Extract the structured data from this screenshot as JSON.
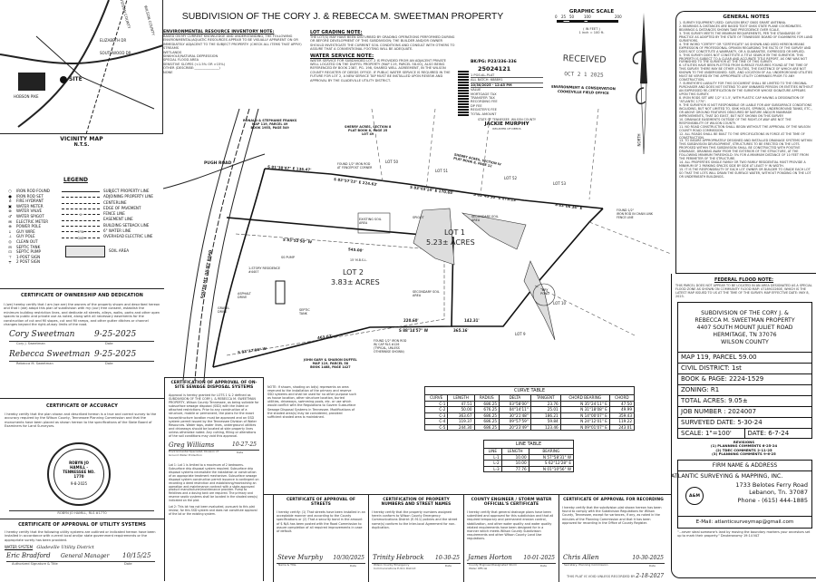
{
  "title": "SUBDIVISION OF THE CORY J. & REBECCA M. SWEETMAN PROPERTY",
  "vicinity_map": {
    "label": "VICINITY MAP",
    "scale": "N.T.S.",
    "roads": [
      "ELIZABETH DR",
      "SOUTHWOOD DR",
      "HOBSON PIKE",
      "SITE",
      "WILSON COUNTY",
      "DAVIDSON COUNTY"
    ]
  },
  "environmental_note": {
    "heading": "ENVIRONMENTAL RESOURCE INVENTORY NOTE:",
    "body": "BASED ON MY CURRENT KNOWLEDGE AND UNDERSTANDING, THE FOLLOWING ENVIRONMENTAL/AQUATIC RESOURCES APPEAR TO BE VISUALLY APPARENT ON OR IMMEDIATELY ADJACENT TO THE SUBJECT PROPERTY: (CHECK ALL ITEMS THAT APPLY)",
    "items": [
      "STREAMS",
      "WETLANDS",
      "SINKHOLE/NATURAL DEPRESSION",
      "SPECIAL FLOOD AREA",
      "SENSITIVE SLOPES (<1.5% OR >15%)",
      "OTHER (DESCRIBE:_______________)",
      "NONE"
    ]
  },
  "lot_grading_note": {
    "heading": "LOT GRADING NOTE:",
    "body": "THE LOT(S) MAY HAVE BEEN DISTURBED BY GRADING OPERATIONS PERFORMED DURING OR BEFORE DEVELOPMENT OF THIS SUBDIVISION; THE BUILDER AND/OR OWNER SHOULD INVESTIGATE THE CURRENT SOIL CONDITIONS AND CONSULT WITH OTHERS TO ASSURE THAT A CONVENTIONAL FOOTING WILL BE ADEQUATE."
  },
  "water_service_note": {
    "heading": "WATER SERVICE NOTE:",
    "body": "WATER SERVICE FOR SUBDIVIDED LOT 2 IS PROVIDED FROM AN ADJACENT PRIVATE WELL LOCATED ON THE DUFFEL PROPERTY (MAP 119, PARCEL 58.00), ALSO BEING REFERENCED BY BOOK 2387, PG. 198, SHARED WELL AGREEMENT, IN THE WILSON COUNTY REGISTER OF DEEDS OFFICE. IF PUBLIC WATER SERVICE IS REQUIRED IN THE FUTURE FOR LOT 2, A NEW SERVICE TAP MUST BE INSTALLED UPON REVIEW AND APPROVAL BY THE GLADEVILLE UTILITY DISTRICT."
  },
  "recording_stamp": {
    "bkpg": "BK/PG: P23/336-336",
    "number": "25024121",
    "lines": [
      "1 PGS:AL-PLAT",
      "ALL BATCH: 688891",
      "10/30/2025 - 12:45 PM",
      "VALUE",
      "MORTGAGE TAX",
      "TRANSFER TAX",
      "RECORDING FEE",
      "DP FEE",
      "REGISTER'S FEE",
      "TOTAL AMOUNT"
    ],
    "county": "STATE OF TENNESSEE, WILSON COUNTY",
    "register": "JACKIE MURPHY",
    "register_title": "REGISTER OF DEEDS"
  },
  "graphic_scale": {
    "title": "GRAPHIC SCALE",
    "ticks": [
      "0",
      "25",
      "50",
      "100",
      "200"
    ],
    "units": "( IN FEET )",
    "ratio": "1 inch = 100 ft."
  },
  "received_stamp": {
    "title": "RECEIVED",
    "date": "OCT 2 1 2025",
    "office": "ENVIRONMENT & CONSERVATION",
    "office2": "COOKEVILLE FIELD OFFICE"
  },
  "north_arrow": {
    "label": "NORTH"
  },
  "general_notes": {
    "heading": "GENERAL NOTES",
    "items": [
      "1. SURVEY EQUIPMENT USED: CARLSON BRX7 GNSS SMART ANTENNA.",
      "2. BEARINGS & DISTANCES ARE BASED TDOT GNSS STATE PLANE COORDINATES. BEARINGS & DISTANCES SHOWN TAKE PRECEDENCE OVER SCALE.",
      "3. THIS SURVEY MEETS THE MINIMUM REQUIREMENTS, PER THE STANDARDS OF PRACTICE AS ADOPTED BY THE STATE OF TENNESSEE BOARD OF EXAMINERS FOR LAND SURVEYORS.",
      "4. THE WORD \"CERTIFY\" OR \"CERTIFICATE\" AS SHOWN AND USED HEREON MEANS EXPRESSION OF PROFESSIONAL OPINION REGARDING THE FACTS OF THE SURVEY AND DOES NOT CONSTITUTE A WARRANTY, OR A GUARANTEE, EXPRESSED OR IMPLIED.",
      "5. THIS SURVEY DOES NOT CONSTITUTE A TITLE SEARCH BY THE SURVEYOR. THIS PROPERTY IS SUBJECT TO A CLEAR AND ACCURATE TITLE REPORT, AS ONE WAS NOT FURNISHED TO THE SURVEYOR AT THE TIME OF THIS SURVEY.",
      "6. UTILITIES HAVE BEEN PLOTTED FROM SURFACE FEATURES FOUND AT THE TIME OF THIS SURVEY. THERE MAY BE OTHER UTILITIES, THE EXISTENCE OF WHICH ARE NOT KNOWN TO THE UNDERSIGNED. SIZE, AND LOCATION OF ALL UNDERGROUND UTILITIES MUST BE VERIFIED BY THE APPROPRIATE UTILITY COMPANIES PRIOR TO ANY CONSTRUCTION.",
      "7. SURVEYOR'S LIABILITY FOR THIS DOCUMENT SHALL BE LIMITED TO THE ORIGINAL PURCHASER AND DOES NOT EXTEND TO ANY UNNAMED PERSON OR ENTITIES WITHOUT AN EXPRESSED RE-CERTIFICATION BY THE SURVEYOR WHOSE SIGNATURE APPEARS UPON THIS SURVEY.",
      "8. IRON RODS SET ARE 1/2\" X 1.5', WITH PLASTIC CAP HAVING A DESIGNATION OF \"ATLANTIC 1770\".",
      "9. THE SURVEYOR IS NOT RESPONSIBLE OR LIABLE FOR ANY SUBSURFACE CONDITIONS INCLUDING, BUT NOT LIMITED TO, SINK HOLES, SPRINGS, UNDERGROUND TANKS, ETC., OR ABOVE GROUND FEATURES OBSCURED BY NATURE AND/OR MANMADE IMPROVEMENTS, THAT DO EXIST, BUT NOT SHOWN ON THIS SURVEY.",
      "10. DRAINAGE EASEMENTS OUTSIDE OF THE RIGHT-OF-WAY ARE NOT THE RESPONSIBILITY OF WILSON COUNTY.",
      "11. NO ROAD CONSTRUCTION SHALL BEGIN WITHOUT THE APPROVAL OF THE WILSON COUNTY ROAD COMMISSION.",
      "12. ALL ROADS SHALL BE BUILT TO THE SPECIFICATIONS IN FORCE AT THE TIME OF CONSTRUCTION.",
      "13. TO INSURE APPROPRIATELY DESIGNED AND INSTALLED DRAINAGE SYSTEMS WITHIN THIS SUBDIVISION DEVELOPMENT, STRUCTURES TO BE ERECTED ON THE LOTS PROPOSED WITHIN THIS SUBDIVISION SHALL BE CONSTRUCTED WITH POSITIVE DRAINAGE, DRAINING AWAY FROM THE EXTERIOR OF THE STRUCTURE, AT THE FOLLOWING MINIMUM THRESHOLD: 5% FOR A MINIMUM DISTANCE OF 10 FEET FROM THE PERIMETER OF THE STRUCTURE.",
      "14. ALL PROPERTIES SINGLE FAMILY OR TWO FAMILY RESIDENTIAL MUST PROVIDE A MINIMUM OF 2 PARKING SPACES SIDE BY SIDE AT LEAST 9' IN WIDTH.",
      "15. IT IS THE RESPONSIBILITY OF EACH LOT OWNER OR BUILDER TO GRADE EACH LOT SO THAT THE LOTS WILL DRAIN THE SURFACE WATER, WITHOUT PONDING ON THE LOT OR UNDERNEATH BUILDINGS."
    ]
  },
  "flood_note": {
    "heading": "FEDERAL FLOOD NOTE:",
    "body": "THIS PARCEL DOES NOT APPEAR TO BE LOCATED IN AN AREA DESIGNATED AS A SPECIAL FLOOD ZONE AS SHOWN ON COMMUNITY FLOOD MAP: 47189C0260E, WHICH IS THE LATEST MAP ISSUED TO US AT THE TIME OF THE SURVEY. MAP EFFECTIVE DATE: MAY 8, 2023."
  },
  "title_block": {
    "lines": [
      "SUBDIVISION OF THE CORY J. &",
      "REBECCA M. SWEETMAN PROPERTY",
      "4407 SOUTH MOUNT JULIET ROAD",
      "HERMITAGE, TN 37076",
      "WILSON COUNTY"
    ],
    "map_parcel": "MAP 119, PARCEL 59.00",
    "civil_district": "CIVIL DISTRICT:  1st",
    "book_page": "BOOK & PAGE: 2224-1529",
    "zoning": "ZONING:  R1",
    "total_acres": "TOTAL ACRES:  9.05±",
    "job_number": "JOB NUMBER :  2024007",
    "surveyed_date": "SURVEYED  DATE:  5-30-24",
    "scale": "SCALE:  1\"=100'",
    "date": "DATE: 6-7-24",
    "revisions_heading": "REVISIONS",
    "revisions": [
      "(1) PLANNING COMMENTS 6-25-24",
      "(2) TDEC COMMENTS 2-11-25",
      "(3) PLANNING COMMENTS 9-6-25"
    ]
  },
  "firm": {
    "heading": "FIRM NAME & ADDRESS",
    "name": "ATLANTIC SURVEYING & MAPPING, INC.",
    "street": "1733 Belotes Ferry Road",
    "city": "Lebanon, Tn. 37087",
    "phone": "Phone - (615) 444-1885",
    "email": "E-Mail: atlanticsurveymap@gmail.com",
    "logo": "A&M",
    "quote": "\"...never steal someone's land by moving the boundary markers your ancestors set up to mark their property.\" Deuteronomy 19:14 NLT"
  },
  "legend": {
    "heading": "LEGEND",
    "symbols": [
      {
        "icon": "○",
        "label": "IRON ROD FOUND"
      },
      {
        "icon": "●",
        "label": "IRON ROD SET"
      },
      {
        "icon": "♁",
        "label": "FIRE HYDRANT"
      },
      {
        "icon": "▣",
        "label": "WATER METER"
      },
      {
        "icon": "⊗",
        "label": "WATER VALVE"
      },
      {
        "icon": "♂",
        "label": "WATER SPIGOT"
      },
      {
        "icon": "⊞",
        "label": "ELECTRIC METER"
      },
      {
        "icon": "⊕",
        "label": "POWER POLE"
      },
      {
        "icon": "↓",
        "label": "GUY WIRE"
      },
      {
        "icon": "⊥",
        "label": "GUY POLE"
      },
      {
        "icon": "◎",
        "label": "CLEAN OUT"
      },
      {
        "icon": "⊟",
        "label": "SEPTIC TANK"
      },
      {
        "icon": "⊡",
        "label": "SEPTIC PUMP"
      },
      {
        "icon": "⊤",
        "label": "1-POST SIGN"
      },
      {
        "icon": "╤",
        "label": "2 POST SIGN"
      }
    ],
    "lines": [
      "SUBJECT PROPERTY LINE",
      "ADJOINING PROPERTY LINE",
      "CENTERLINE",
      "EDGE OF PAVEMENT",
      "FENCE LINE",
      "EASEMENT LINE",
      "BUILDING SETBACK LINE",
      "6\" WATER LINE",
      "OVERHEAD ELECTRIC LINE"
    ],
    "line_marks": [
      "",
      "",
      "",
      "",
      "X",
      "",
      "",
      "6\"W",
      "OHE"
    ],
    "soil_area": "SOIL AREA"
  },
  "cert_ownership": {
    "heading": "CERTIFICATE OF OWNERSHIP AND DEDICATION",
    "body": "I (we) hereby certify that I am (we are) the owners of the property shown and described hereon and that I (we) adopt this plan of subdivision with my (our) free consent, establish the minimum building restriction lines, and dedicate all streets, alleys, walks, parks and other open spaces to public and private use as noted, along with all necessary easements for the construction of cut and fill slopes, cut and fill ramps, and other gutter ditches or channel changes beyond the right-of-way limits of the road.",
    "signatures": [
      {
        "sig": "Cory Sweetman",
        "name": "Cory J. Sweetman",
        "date": "9-25-2025",
        "date_label": "Date"
      },
      {
        "sig": "Rebecca Sweetman",
        "name": "Rebecca M. Sweetman",
        "date": "9-25-2025",
        "date_label": "Date"
      }
    ]
  },
  "cert_accuracy": {
    "heading": "CERTIFICATE OF ACCURACY",
    "body": "I hereby certify that the plan shown and described hereon is a true and correct survey to the accuracy required by the Wilson County, Tennessee Planning Commission and that the monuments have been placed as shown hereon to the specifications of the State Board of Examiners for Land Surveyors.",
    "seal_text": "ROBYN JO HAMILL · TENNESSEE NO. 1770",
    "seal_date": "9-8-2025",
    "surveyor": "ROBYN JO HAMILL, RLS #1770"
  },
  "cert_utility": {
    "heading": "CERTIFICATE OF APPROVAL OF UTILITY SYSTEMS",
    "body": "I hereby certify that the following utility systems are outlined or indicated hereon have been installed in accordance with current local and/or state government requirements or the appropriate surety has been provided.",
    "water_label": "WATER SYSTEM",
    "water_value": "Gladeville Utility District",
    "sig": "Eric Bradford",
    "title": "General Manager",
    "date": "10/15/25",
    "sig_label": "Authorized Signature & Title",
    "date_label": "Date"
  },
  "cert_sewage": {
    "heading": "CERTIFICATION OF APPROVAL OF ON-SITE SEWAGE DISPOSAL SYSTEMS",
    "body": "Approval is hereby granted for LOTS 1 & 2 defined as SUBDIVISION OF THE CORY J. & REBECCA M. SWEETMAN PROPERTY, Wilson County Tennessee, as being suitable for subsurface sewage disposal (SSD) with the listed or attached restrictions. Prior to any construction of a structure, mobile or permanent, the plans for the exact house/structure location must be approved and an SSD system permit issued by the Tennessee Division of Water Resources. Water taps, water lines, underground utilities and driveways should be located at side property lines unless otherwise noted. Any cutting, filling or alterations of the soil conditions may void this approval.",
    "sig": "Greg Williams",
    "date": "10-27-25",
    "sig_label": "Environmental Specialist, Division of Ground Water Protection",
    "date_label": "Date",
    "lot1": "Lot 1: Lot 1 is limited to a maximum of 2 bedrooms. Subsurface drip disposal system required. Subsurface drip disposal systems necessitate the installation or construction of an appropriate treatment mechanism. Subsurface sewage disposal system construction permit issuance is contingent on recording a deed restriction and establishing/maintaining an operation and maintenance contract with a state-approved product manufacturer/maintenance provider. Pump to fieldlines and a dosing tank are required. The primary and reserve septic systems shall be located in the shaded area(s) indicated on the plat.",
    "lot2": "Lot 2: This lot has not been evaluated, pursuant to this plat review, for this SSD system and does not constitute approval of the lot or the existing system."
  },
  "sewage_note": "NOTE: If shown, shading on lot(s) represents an area reserved to the installation of the primary and reserve SSD systems and shall be used for no other purpose such as house location, other structure location, buried utilities, driveways, swimming pools, etc. or use which would conflict with the Regulations to Govern Subsurface Sewage Disposal Systems in Tennessee. Modifications of the shaded area(s) may be considered, provided sufficient shaded area is maintained.",
  "cert_streets": {
    "heading": "CERTIFICATE OF APPROVAL OF STREETS",
    "body": "I hereby certify: (1) That streets have been installed in an acceptable manner and according to the County specifications or (2) That a security bond in the amount of $ N/A has been posted with the Road Commission to assure completion of all required improvements in case of default.",
    "sig": "Steve Murphy",
    "date": "10/30/2025",
    "sig_label": "Name & Title",
    "date_label": "Date"
  },
  "cert_numbers": {
    "heading": "CERTIFICATION OF PROPERTY NUMBERS AND STREET NAMES",
    "body": "I hereby certify that the property numbers assigned herein conform to Wilson County Emergency Communications District (E-911) policies and the street name(s) conform to the Inter-local Agreement for non-duplication.",
    "sig": "Trinity Hebrock",
    "date": "10-30-25",
    "sig_label": "Wilson County Emergency Communications E-911 District",
    "date_label": "Date"
  },
  "cert_engineer": {
    "heading": "COUNTY ENGINEER / STORM WATER OFFICIAL'S CERTIFICATE",
    "body": "I hereby certify that general drainage plans have been submitted and approved for this subdivision and that all required temporary and permanent erosion control, stabilization, and other water quality and water quality related requirements have been designed for in a manner which meets Wilson County Subdivision requirements and other Wilson County Land Use regulations.",
    "sig": "James Horton",
    "date": "10-01-2025",
    "sig_label": "County Engineer/Designated Storm Water Official",
    "date_label": "Date"
  },
  "cert_recording": {
    "heading": "CERTIFICATE OF APPROVAL FOR RECORDING",
    "body": "I hereby certify that the subdivision plat shown hereon has been found to comply with the Subdivision Regulations for Wilson County, Tennessee, except for variances, if any, as noted in the minutes of the Planning Commission and that it has been approved for recording in the Office of County Register.",
    "sig": "Chris Allen",
    "date": "10-30-2025",
    "sig_label": "Secretary, Planning Commission",
    "date_label": "Date",
    "void_note": "THIS PLAT IS VOID UNLESS RECORDED BY",
    "void_date": "2-18-2027"
  },
  "curve_table": {
    "title": "CURVE TABLE",
    "headers": [
      "CURVE",
      "LENGTH",
      "RADIUS",
      "DELTA",
      "TANGENT",
      "CHORD BEARING",
      "CHORD"
    ],
    "rows": [
      [
        "C-1",
        "47.51",
        "686.25",
        "03°58'00\"",
        "23.76",
        "N 35°24'11\" E",
        "47.50"
      ],
      [
        "C-2",
        "50.00",
        "676.25",
        "04°14'11\"",
        "25.01",
        "N 31°18'08\" E",
        "49.99"
      ],
      [
        "C-3",
        "363.67",
        "686.25",
        "30°21'48\"",
        "186.21",
        "N 14°00'07\" E",
        "359.43"
      ],
      [
        "C-4",
        "119.37",
        "686.25",
        "09°57'59\"",
        "59.84",
        "N 24°12'01\" E",
        "119.22"
      ],
      [
        "C-5",
        "244.30",
        "686.25",
        "20°23'49\"",
        "123.46",
        "N 09°01'07\" E",
        "243.01"
      ]
    ]
  },
  "line_table": {
    "title": "LINE TABLE",
    "headers": [
      "LINE",
      "LENGTH",
      "BEARING"
    ],
    "rows": [
      [
        "L-1",
        "10.00",
        "N 57°58'31\" W"
      ],
      [
        "L-2",
        "10.00",
        "S 62°12'28\" E"
      ],
      [
        "L-3",
        "77.76",
        "N 01°10'56\" W"
      ]
    ]
  },
  "plat": {
    "lot1": {
      "name": "LOT 1",
      "acres": "5.23± ACRES"
    },
    "lot2": {
      "name": "LOT 2",
      "acres": "3.83± ACRES"
    },
    "labels": {
      "franks": "RONALD & STEPHANIE FRANKS\nMAP 119, PARCEL 49\nBOOK 1955, PAGE 549",
      "sherry8": "SHERRY ACRES, SECTION 8\nPLAT BOOK 8, PAGE 25\nLOT 49",
      "sherry4": "SHERRY ACRES, SECTION IV\nPLAT BOOK 8, PAGE 12",
      "duffel": "JOHN GARY & SHARON DUFFEL\nMAP 119, PARCEL 58\nBOOK 1488, PAGE 1427",
      "pugh_road": "PUGH ROAD",
      "mt_juliet_road": "SOUTH MT. JULIET ROAD",
      "lot50": "LOT 50",
      "lot51": "LOT 51",
      "lot52": "LOT 52",
      "lot53": "LOT 53",
      "lot10": "LOT 10",
      "lot9": "LOT 9",
      "residence": "1-STORY RESIDENCE #4407",
      "asphalt_drive": "ASPHALT DRIVE",
      "gravel_drive": "GRAVEL DRIVE",
      "septic_tank": "SEPTIC TANK",
      "ss_pump": "SS PUMP",
      "spigot": "SPIGOT",
      "existing_soil": "EXISTING SOIL AREA",
      "secondary_soil": "SECONDARY SOIL AREA",
      "dry_pond": "DRY POND",
      "found_rod": "FOUND 1/2\" IRON ROD\nW/ CAP RLS #126\n(TYPICAL, UNLESS\nOTHERWISE SHOWN)",
      "found_fence": "FOUND 1/2\" IRON ROD\nAT FENCEPOST CORNER",
      "found_chain": "FOUND 1/2\"\nIRON ROD IN CHAIN LINK\nFENCE LINE"
    },
    "bearings": [
      "S 81°38'47\" E  136.47'",
      "S 82°57'22\" E  224.63'",
      "S 83°03'14\" E  170.65'",
      "S 82°43'30\" E  173.13'",
      "S 83°06'36\" E",
      "S 83°52'50\" W",
      "545.00'",
      "S 88°14'57\" W",
      "220.60'",
      "365.16'",
      "142.31'",
      "463.67'",
      "S 83°17'06\" W",
      "15' M.B.S.L."
    ]
  }
}
